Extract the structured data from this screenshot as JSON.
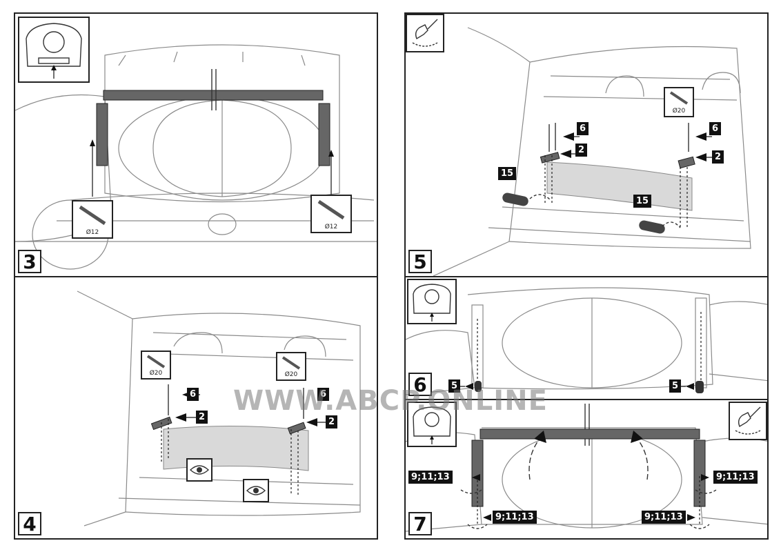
{
  "watermark": "WWW.ABCP.ONLINE",
  "steps": {
    "s3": {
      "number": "3",
      "dia_left": "Ø12",
      "dia_right": "Ø12"
    },
    "s4": {
      "number": "4",
      "dia_left": "Ø20",
      "dia_right": "Ø20",
      "part_bolt_left": "6",
      "part_bolt_right": "6",
      "part_plate_left": "2",
      "part_plate_right": "2"
    },
    "s5": {
      "number": "5",
      "dia": "Ø20",
      "part_bolt_left": "6",
      "part_bolt_right": "6",
      "part_plate_left": "2",
      "part_plate_right": "2",
      "part_plug_left": "15",
      "part_plug_right": "15"
    },
    "s6": {
      "number": "6",
      "part_left": "5",
      "part_right": "5"
    },
    "s7": {
      "number": "7",
      "part_a": "9;11;13",
      "part_b": "9;11;13",
      "part_c": "9;11;13",
      "part_d": "9;11;13"
    }
  },
  "icons": [
    "car-rear-icon",
    "bolt-icon",
    "hand-wrench-icon",
    "eye-icon",
    "rotate-arrow-icon"
  ]
}
